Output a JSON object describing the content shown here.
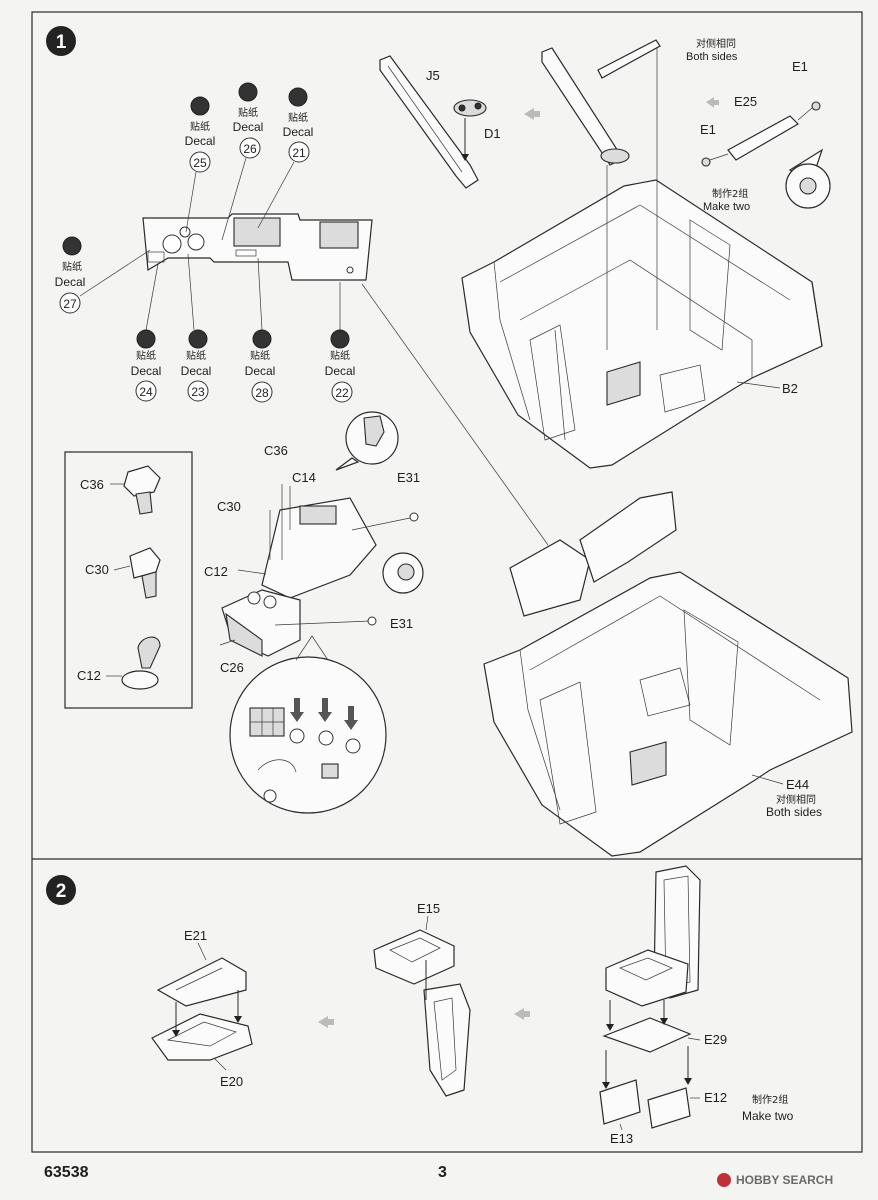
{
  "steps": {
    "step1": {
      "number": "1",
      "labels": {
        "j5": "J5",
        "d1": "D1",
        "e1_top": "E1",
        "e25": "E25",
        "e1_mid": "E1",
        "b2": "B2",
        "c36_detail": "C36",
        "c14": "C14",
        "c30_detail": "C30",
        "c12_detail": "C12",
        "c26": "C26",
        "e31_top": "E31",
        "e31_bottom": "E31",
        "e44": "E44",
        "c36_box": "C36",
        "c30_box": "C30",
        "c12_box": "C12"
      },
      "notes": {
        "both_sides_top_cn": "对侧相同",
        "both_sides_top_en": "Both sides",
        "make_two_cn": "制作2组",
        "make_two_en": "Make two",
        "both_sides_bottom_cn": "对侧相同",
        "both_sides_bottom_en": "Both sides"
      },
      "decals": [
        {
          "cn": "贴纸",
          "en": "Decal",
          "num": "25"
        },
        {
          "cn": "贴纸",
          "en": "Decal",
          "num": "26"
        },
        {
          "cn": "贴纸",
          "en": "Decal",
          "num": "21"
        },
        {
          "cn": "贴纸",
          "en": "Decal",
          "num": "27"
        },
        {
          "cn": "贴纸",
          "en": "Decal",
          "num": "24"
        },
        {
          "cn": "贴纸",
          "en": "Decal",
          "num": "23"
        },
        {
          "cn": "贴纸",
          "en": "Decal",
          "num": "28"
        },
        {
          "cn": "贴纸",
          "en": "Decal",
          "num": "22"
        }
      ]
    },
    "step2": {
      "number": "2",
      "labels": {
        "e21": "E21",
        "e20": "E20",
        "e15": "E15",
        "e29": "E29",
        "e12": "E12",
        "e13": "E13"
      },
      "notes": {
        "make_two_cn": "制作2组",
        "make_two_en": "Make two"
      }
    }
  },
  "footer": {
    "product_code": "63538",
    "page_number": "3",
    "watermark": "HOBBY SEARCH"
  }
}
